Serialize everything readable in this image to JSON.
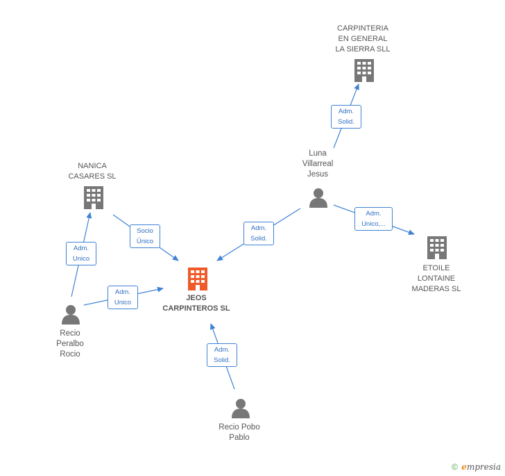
{
  "nodes": {
    "jeos": "JEOS CARPINTEROS SL",
    "jeos_l1": "JEOS",
    "jeos_l2": "CARPINTEROS SL",
    "nanica_l1": "NANICA",
    "nanica_l2": "CASARES SL",
    "carpinteria_l1": "CARPINTERIA",
    "carpinteria_l2": "EN GENERAL",
    "carpinteria_l3": "LA SIERRA SLL",
    "etoile_l1": "ETOILE",
    "etoile_l2": "LONTAINE",
    "etoile_l3": "MADERAS SL",
    "luna_l1": "Luna",
    "luna_l2": "Villarreal",
    "luna_l3": "Jesus",
    "recio_rp_l1": "Recio",
    "recio_rp_l2": "Peralbo",
    "recio_rp_l3": "Rocio",
    "recio_pp_l1": "Recio Pobo",
    "recio_pp_l2": "Pablo"
  },
  "edges": {
    "luna_carpinteria_l1": "Adm.",
    "luna_carpinteria_l2": "Solid.",
    "luna_etoile_l1": "Adm.",
    "luna_etoile_l2": "Unico,...",
    "luna_jeos_l1": "Adm.",
    "luna_jeos_l2": "Solid.",
    "nanica_jeos_l1": "Socio",
    "nanica_jeos_l2": "Único",
    "rociorp_nanica_l1": "Adm.",
    "rociorp_nanica_l2": "Unico",
    "rociorp_jeos_l1": "Adm.",
    "rociorp_jeos_l2": "Unico",
    "pablo_jeos_l1": "Adm.",
    "pablo_jeos_l2": "Solid."
  },
  "footer": {
    "copyright": "©",
    "brand_e": "e",
    "brand_rest": "mpresia"
  },
  "colors": {
    "edge": "#3f82d4",
    "company_icon": "#777777",
    "main_icon": "#f05a28",
    "person_icon": "#777777"
  }
}
